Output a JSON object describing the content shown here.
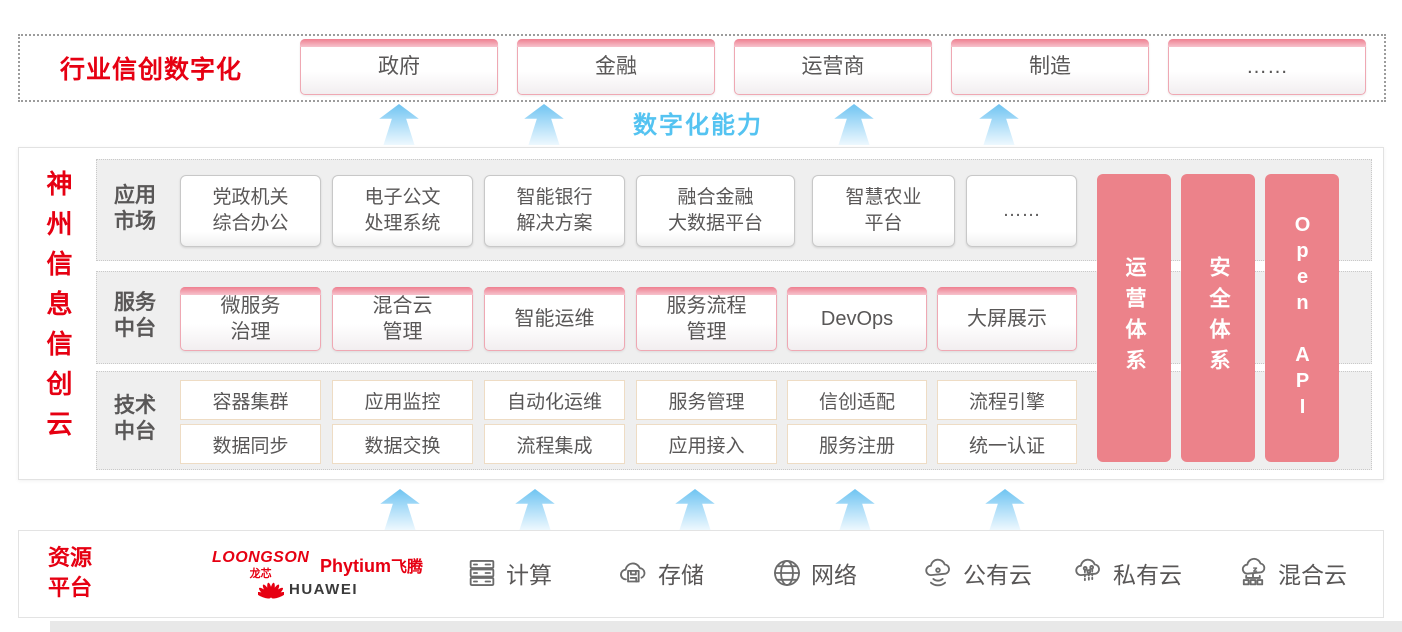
{
  "colors": {
    "brand_red": "#E60012",
    "pillar_pink": "#EC828A",
    "capability_blue": "#54C3F1",
    "row_gray": "#EFEFEF",
    "text_gray": "#595757"
  },
  "top_band": {
    "label": "行业信创数字化",
    "industries": [
      "政府",
      "金融",
      "运营商",
      "制造",
      "……"
    ]
  },
  "capability_label": "数字化能力",
  "platform": {
    "vertical_title": "神州信息信创云",
    "app_row": {
      "label_line1": "应用",
      "label_line2": "市场",
      "items": [
        {
          "line1": "党政机关",
          "line2": "综合办公"
        },
        {
          "line1": "电子公文",
          "line2": "处理系统"
        },
        {
          "line1": "智能银行",
          "line2": "解决方案"
        },
        {
          "line1": "融合金融",
          "line2": "大数据平台"
        },
        {
          "line1": "智慧农业",
          "line2": "平台"
        },
        {
          "line1": "……",
          "line2": ""
        }
      ]
    },
    "service_row": {
      "label_line1": "服务",
      "label_line2": "中台",
      "items": [
        {
          "line1": "微服务",
          "line2": "治理"
        },
        {
          "line1": "混合云",
          "line2": "管理"
        },
        {
          "line1": "智能运维",
          "line2": ""
        },
        {
          "line1": "服务流程",
          "line2": "管理"
        },
        {
          "line1": "DevOps",
          "line2": ""
        },
        {
          "line1": "大屏展示",
          "line2": ""
        }
      ]
    },
    "tech_row": {
      "label_line1": "技术",
      "label_line2": "中台",
      "row1": [
        "容器集群",
        "应用监控",
        "自动化运维",
        "服务管理",
        "信创适配",
        "流程引擎"
      ],
      "row2": [
        "数据同步",
        "数据交换",
        "流程集成",
        "应用接入",
        "服务注册",
        "统一认证"
      ]
    },
    "pillars": [
      "运营体系",
      "安全体系",
      "Open API"
    ]
  },
  "resources": {
    "label_line1": "资源",
    "label_line2": "平台",
    "vendors": {
      "loongson": "LOONGSON",
      "loongson_cn": "龙芯",
      "phytium": "Phytium",
      "phytium_cn": "飞腾",
      "huawei": "HUAWEI"
    },
    "items": [
      {
        "icon": "server-icon",
        "label": "计算"
      },
      {
        "icon": "storage-icon",
        "label": "存储"
      },
      {
        "icon": "network-icon",
        "label": "网络"
      },
      {
        "icon": "public-cloud-icon",
        "label": "公有云"
      },
      {
        "icon": "private-cloud-icon",
        "label": "私有云"
      },
      {
        "icon": "hybrid-cloud-icon",
        "label": "混合云"
      }
    ]
  }
}
